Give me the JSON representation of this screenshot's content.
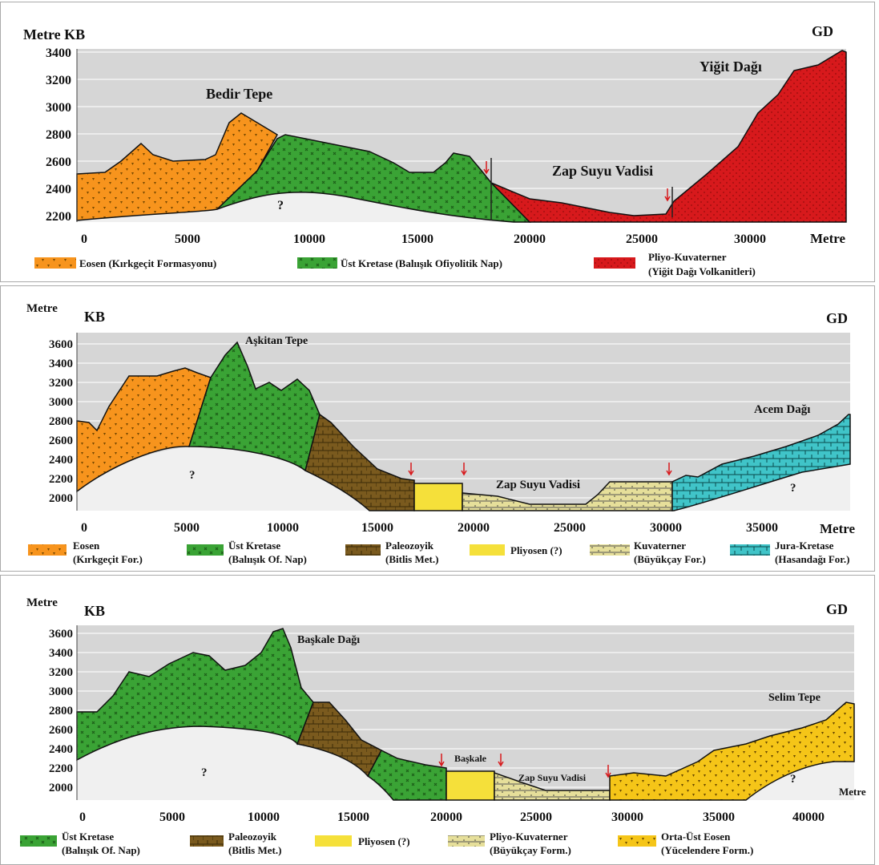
{
  "panels": [
    {
      "y_label": "Metre KB",
      "end_label": "GD",
      "x_unit": "Metre",
      "y_ticks": [
        "3400",
        "3200",
        "3000",
        "2800",
        "2600",
        "2400",
        "2200"
      ],
      "x_ticks": [
        "0",
        "5000",
        "10000",
        "15000",
        "20000",
        "25000",
        "30000"
      ],
      "peaks": [
        "Bedir Tepe",
        "Yiğit Dağı"
      ],
      "valley": "Zap Suyu Vadisi",
      "unknown": "?",
      "legend": [
        {
          "label": "Eosen (Kırkgeçit Formasyonu)",
          "color": "#f7941d"
        },
        {
          "label": "Üst Kretase (Balıışık Ofiyolitik Nap)",
          "color": "#3aa335"
        },
        {
          "label": "Pliyo-Kuvaterner",
          "label2": "(Yiğit Dağı Volkanitleri)",
          "color": "#d7191c"
        }
      ]
    },
    {
      "y_label": "Metre",
      "y_label_kb": "KB",
      "end_label": "GD",
      "x_unit": "Metre",
      "y_ticks": [
        "3600",
        "3400",
        "3200",
        "3000",
        "2800",
        "2600",
        "2400",
        "2200",
        "2000"
      ],
      "x_ticks": [
        "0",
        "5000",
        "10000",
        "15000",
        "20000",
        "25000",
        "30000",
        "35000"
      ],
      "peaks": [
        "Aşkitan Tepe",
        "Acem Dağı"
      ],
      "valley": "Zap Suyu Vadisi",
      "unknown": "?",
      "legend": [
        {
          "label": "Eosen",
          "label2": "(Kırkgeçit For.)",
          "color": "#f7941d"
        },
        {
          "label": "Üst Kretase",
          "label2": "(Balıışık Of. Nap)",
          "color": "#3aa335"
        },
        {
          "label": "Paleozoyik",
          "label2": "(Bitlis Met.)",
          "color": "#7a5a1e"
        },
        {
          "label": "Pliyosen (?)",
          "color": "#f5e03a"
        },
        {
          "label": "Kuvaterner",
          "label2": "(Büyükçay For.)",
          "color": "#e6df9a"
        },
        {
          "label": "Jura-Kretase",
          "label2": "(Hasandağı For.)",
          "color": "#40c4c8"
        }
      ]
    },
    {
      "y_label": "Metre",
      "y_label_kb": "KB",
      "end_label": "GD",
      "x_unit": "Metre",
      "y_ticks": [
        "3600",
        "3400",
        "3200",
        "3000",
        "2800",
        "2600",
        "2400",
        "2200",
        "2000"
      ],
      "x_ticks": [
        "0",
        "5000",
        "10000",
        "15000",
        "20000",
        "25000",
        "30000",
        "35000",
        "40000"
      ],
      "peaks": [
        "Başkale Dağı",
        "Selim Tepe"
      ],
      "town": "Başkale",
      "valley": "Zap Suyu Vadisi",
      "unknown": "?",
      "legend": [
        {
          "label": "Üst Kretase",
          "label2": "(Balıışık Of. Nap)",
          "color": "#3aa335"
        },
        {
          "label": "Paleozoyik",
          "label2": "(Bitlis Met.)",
          "color": "#7a5a1e"
        },
        {
          "label": "Pliyosen (?)",
          "color": "#f5e03a"
        },
        {
          "label": "Pliyo-Kuvaterner",
          "label2": "(Büyükçay Form.)",
          "color": "#e6df9a"
        },
        {
          "label": "Orta-Üst Eosen",
          "label2": "(Yücelendere Form.)",
          "color": "#f5c518"
        }
      ]
    }
  ]
}
